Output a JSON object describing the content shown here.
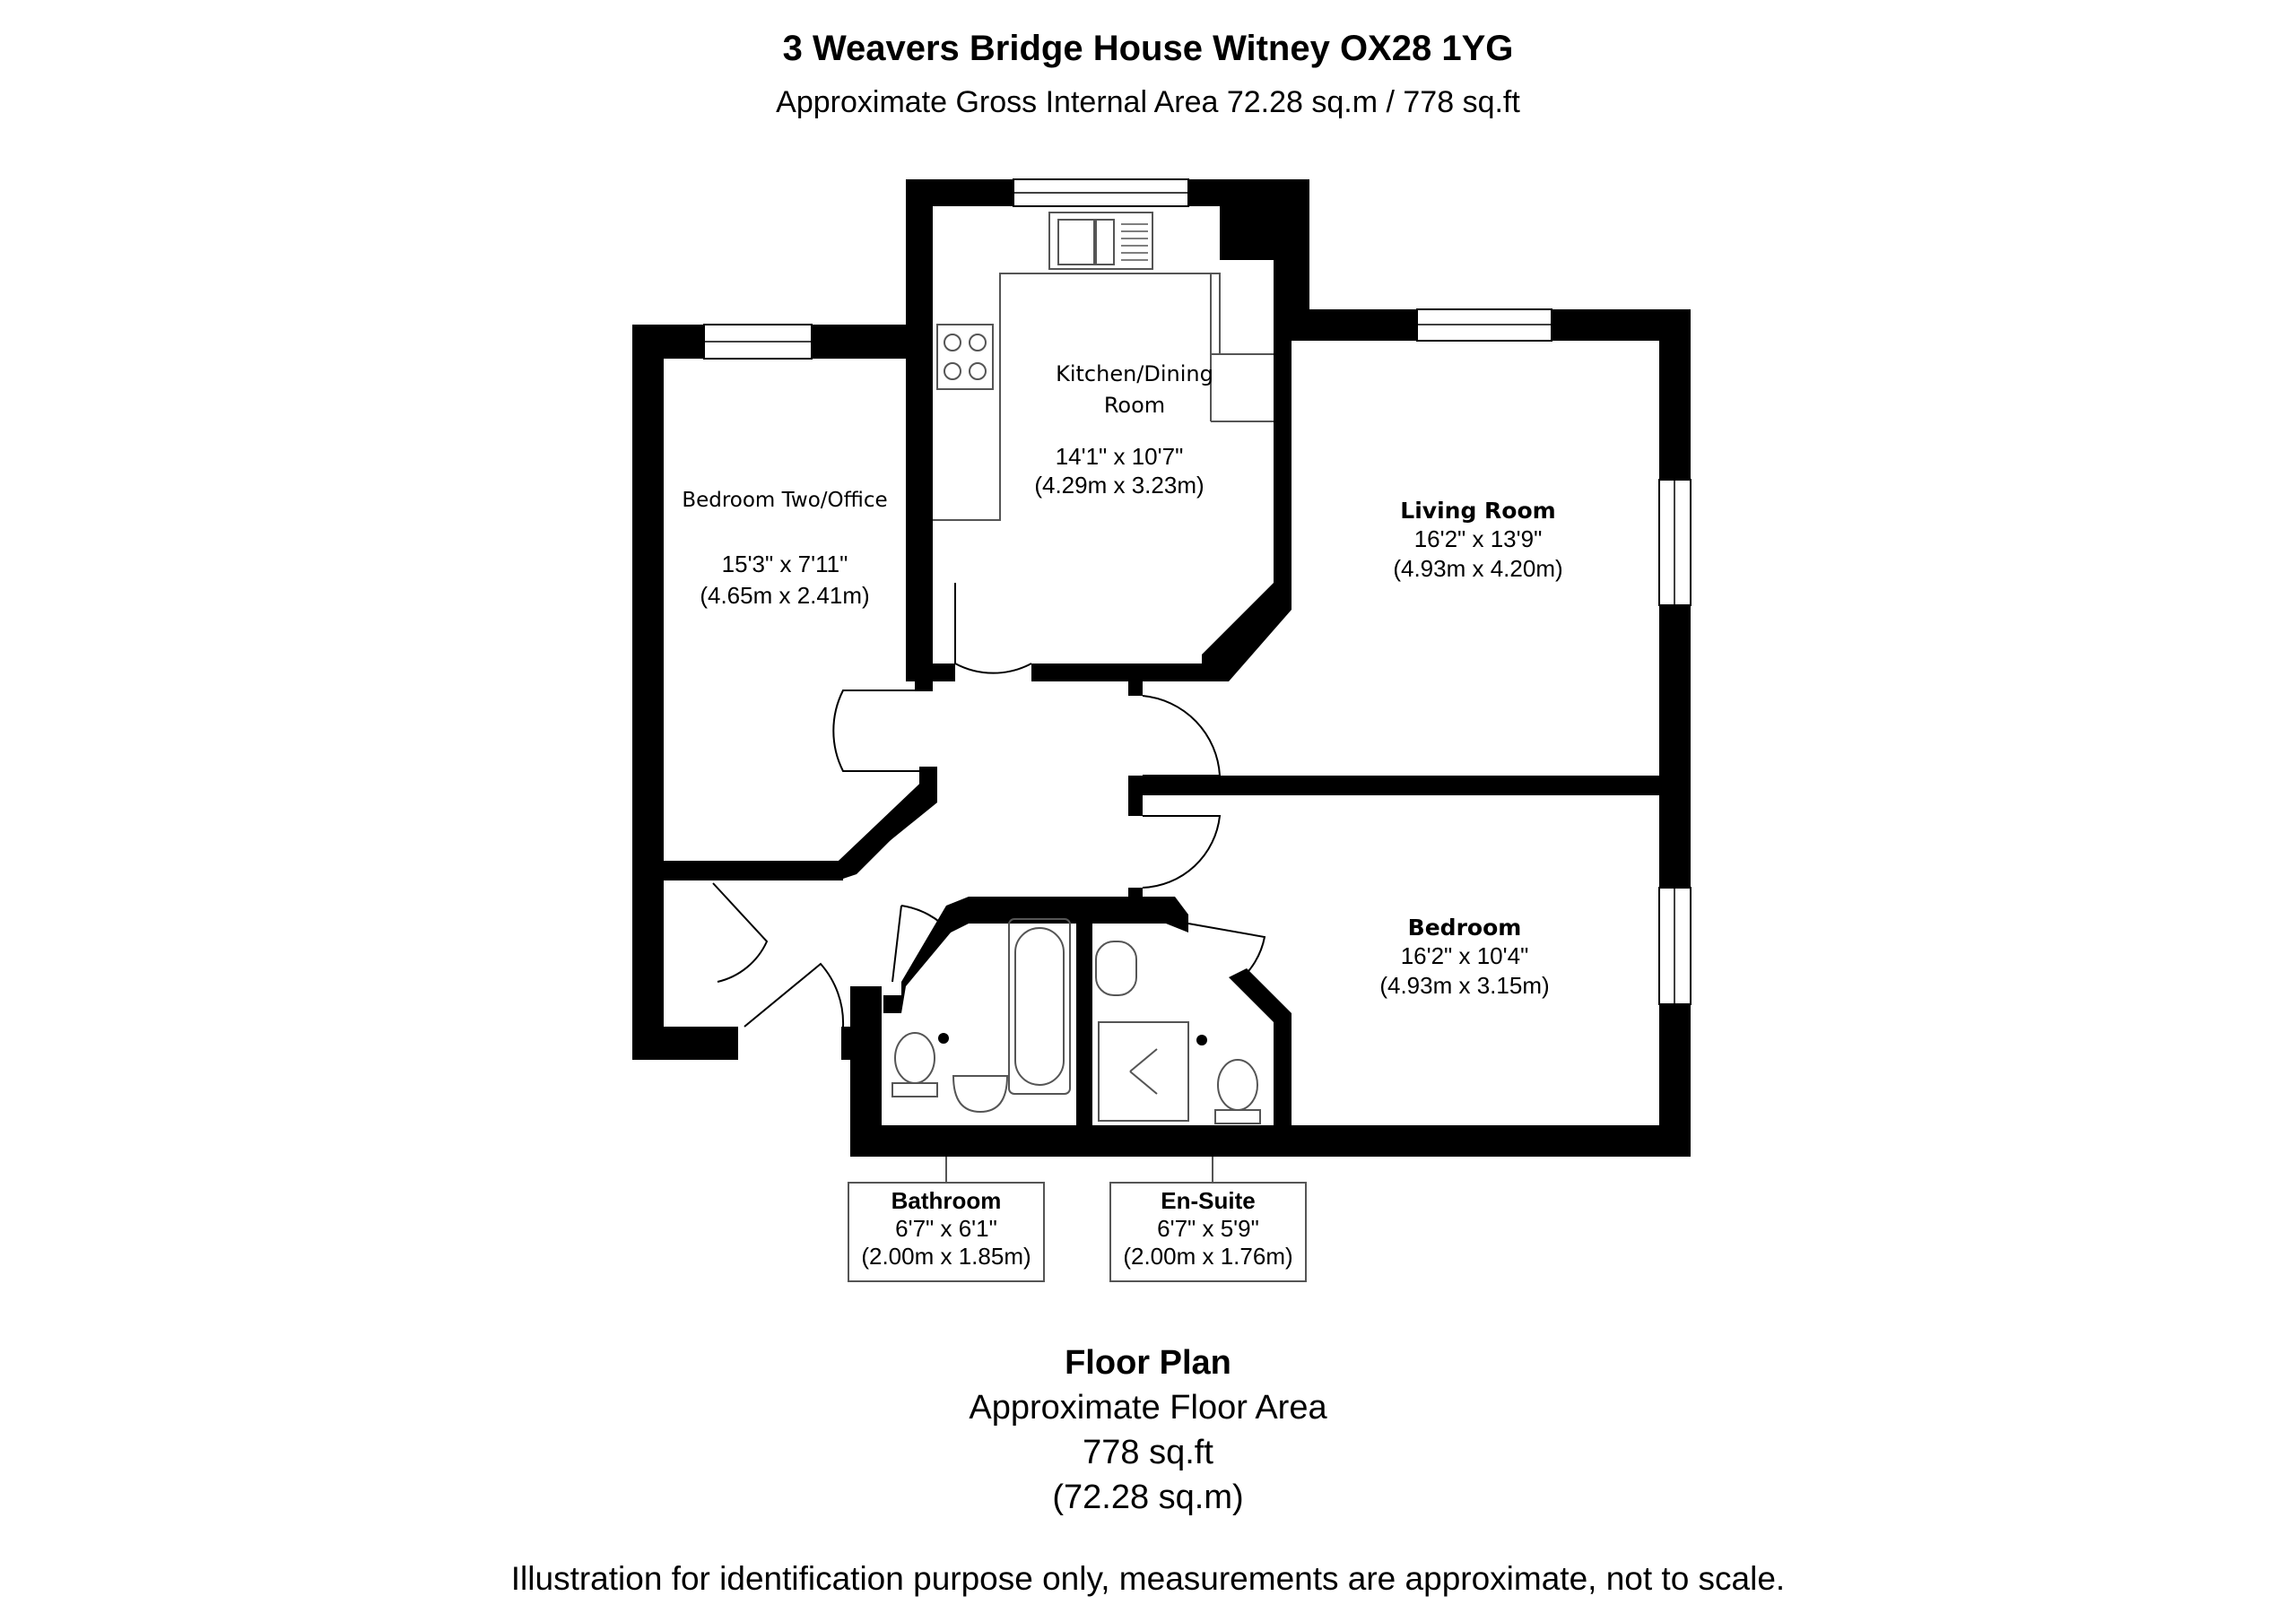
{
  "header": {
    "title": "3 Weavers Bridge House Witney OX28 1YG",
    "subtitle": "Approximate Gross Internal Area 72.28 sq.m / 778 sq.ft"
  },
  "rooms": {
    "kitchen": {
      "name_line1": "Kitchen/Dining",
      "name_line2": "Room",
      "imperial": "14'1\" x 10'7\"",
      "metric": "(4.29m x 3.23m)"
    },
    "bedroom_two": {
      "name": "Bedroom Two/Office",
      "imperial": "15'3\" x 7'11\"",
      "metric": "(4.65m x 2.41m)"
    },
    "living_room": {
      "name": "Living Room",
      "imperial": "16'2\" x 13'9\"",
      "metric": "(4.93m x 4.20m)"
    },
    "bedroom": {
      "name": "Bedroom",
      "imperial": "16'2\" x 10'4\"",
      "metric": "(4.93m x 3.15m)"
    },
    "bathroom": {
      "name": "Bathroom",
      "imperial": "6'7\" x 6'1\"",
      "metric": "(2.00m x 1.85m)"
    },
    "ensuite": {
      "name": "En-Suite",
      "imperial": "6'7\" x 5'9\"",
      "metric": "(2.00m x 1.76m)"
    }
  },
  "footer": {
    "title": "Floor Plan",
    "line1": "Approximate Floor Area",
    "line2": "778 sq.ft",
    "line3": "(72.28 sq.m)"
  },
  "disclaimer": "Illustration for identification purpose only, measurements are approximate, not to scale.",
  "colors": {
    "wall": "#000000",
    "fixture_stroke": "#555555",
    "background": "#ffffff"
  }
}
